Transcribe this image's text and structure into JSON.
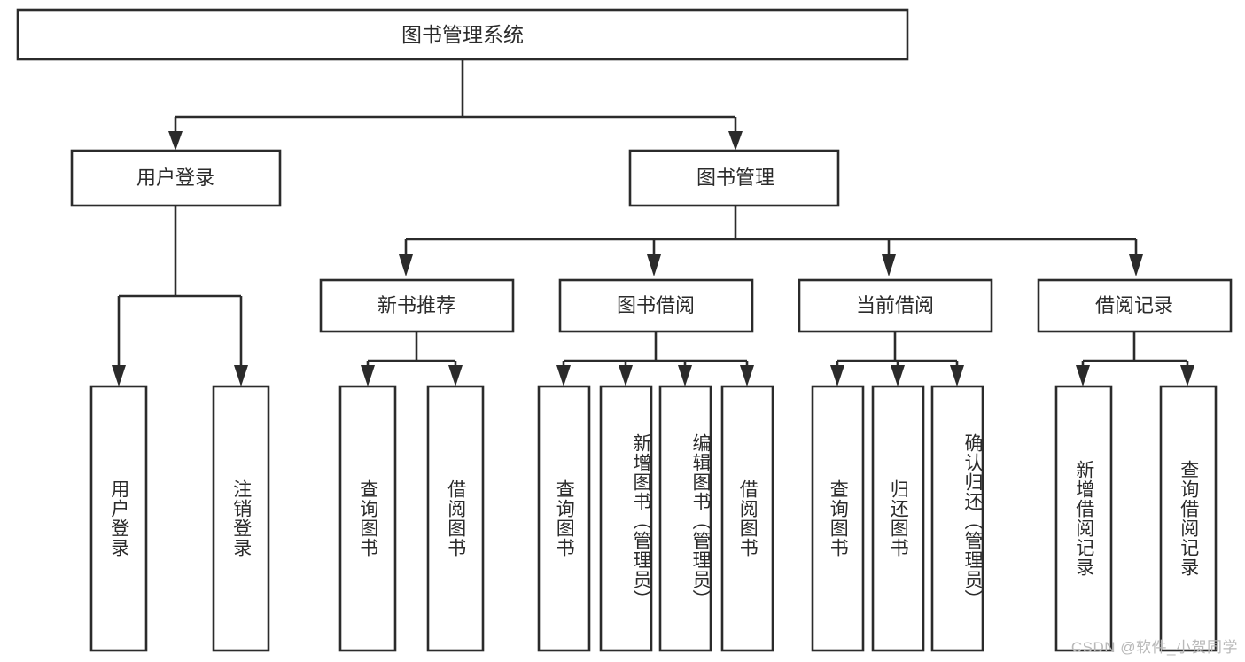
{
  "diagram": {
    "type": "hierarchy-tree",
    "title": "图书管理系统",
    "watermark": "CSDN @软件_小贺同学",
    "colors": {
      "box_stroke": "#2b2b2b",
      "box_fill": "#ffffff",
      "text": "#2b2b2b",
      "background": "#ffffff",
      "watermark": "#b9b9b9"
    },
    "root": {
      "label": "图书管理系统"
    },
    "level2": [
      {
        "label": "用户登录"
      },
      {
        "label": "图书管理"
      }
    ],
    "level3": [
      {
        "label": "新书推荐"
      },
      {
        "label": "图书借阅"
      },
      {
        "label": "当前借阅"
      },
      {
        "label": "借阅记录"
      }
    ],
    "leaves": {
      "user_login": [
        {
          "label": "用户登录"
        },
        {
          "label": "注销登录"
        }
      ],
      "new_book_recommend": [
        {
          "label": "查询图书"
        },
        {
          "label": "借阅图书"
        }
      ],
      "book_borrow": [
        {
          "label": "查询图书"
        },
        {
          "label": "新增图书（管理员）"
        },
        {
          "label": "编辑图书（管理员）"
        },
        {
          "label": "借阅图书"
        }
      ],
      "current_borrow": [
        {
          "label": "查询图书"
        },
        {
          "label": "归还图书"
        },
        {
          "label": "确认归还（管理员）"
        }
      ],
      "borrow_record": [
        {
          "label": "新增借阅记录"
        },
        {
          "label": "查询借阅记录"
        }
      ]
    }
  }
}
